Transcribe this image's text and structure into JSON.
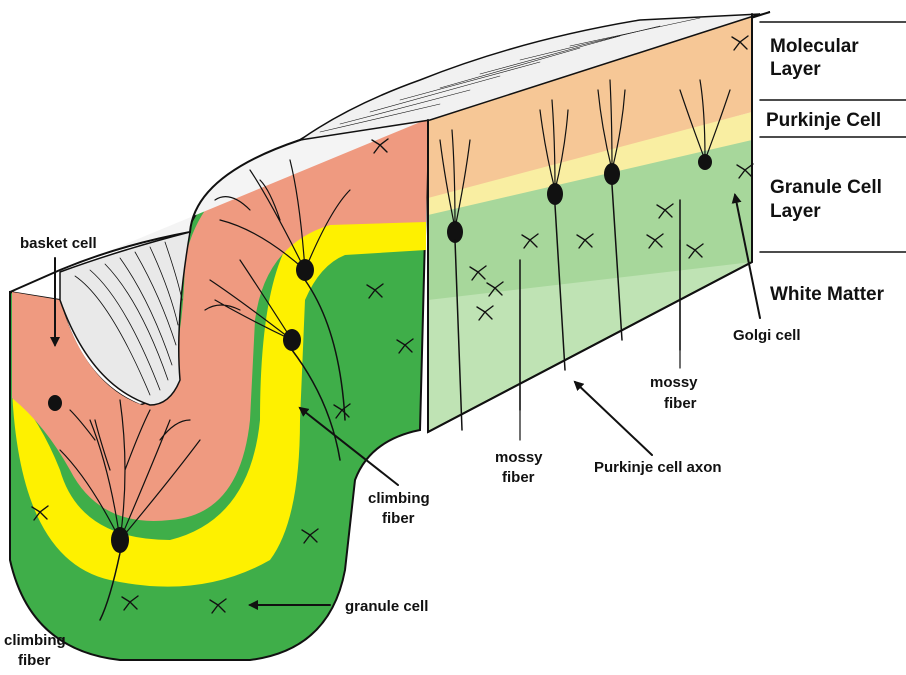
{
  "layers": {
    "molecular": {
      "line1": "Molecular",
      "line2": "Layer",
      "color": "#f6c796"
    },
    "purkinje": {
      "label": "Purkinje Cell",
      "color": "#f9eea2"
    },
    "granule": {
      "line1": "Granule Cell",
      "line2": "Layer",
      "color": "#a7d79b"
    },
    "white_matter": {
      "label": "White Matter",
      "color": "#bfe3b4"
    }
  },
  "folium_colors": {
    "molecular": "#ef9a80",
    "purkinje": "#fef100",
    "granule": "#3fae49"
  },
  "labels": {
    "basket_cell": "basket cell",
    "climbing_fiber_mid": {
      "line1": "climbing",
      "line2": "fiber"
    },
    "climbing_fiber_bottom": {
      "line1": "climbing",
      "line2": "fiber"
    },
    "granule_cell": "granule cell",
    "mossy_fiber_left": {
      "line1": "mossy",
      "line2": "fiber"
    },
    "mossy_fiber_right": {
      "line1": "mossy",
      "line2": "fiber"
    },
    "purkinje_axon": "Purkinje cell axon",
    "golgi_cell": "Golgi cell"
  }
}
